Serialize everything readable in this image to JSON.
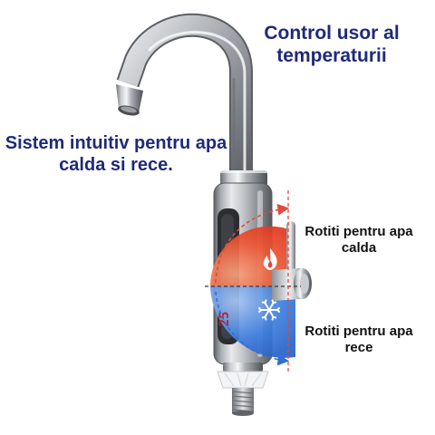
{
  "texts": {
    "temperature_control": "Control usor al temperaturii",
    "intuitive_system": "Sistem intuitiv pentru apa calda si rece.",
    "rotate_hot": "Rotiti pentru apa calda",
    "rotate_cold": "Rotiti pentru apa rece",
    "display_reading": "25"
  },
  "colors": {
    "headline": "#1f2a7a",
    "hot_zone": "#e8432a",
    "cold_zone": "#2f6fd6",
    "hot_arrow": "#e24a3b",
    "cold_arrow": "#2f6fd6",
    "display_digits": "#c81f1f"
  },
  "icons": {
    "hot": "flame-icon",
    "cold": "snowflake-icon"
  }
}
